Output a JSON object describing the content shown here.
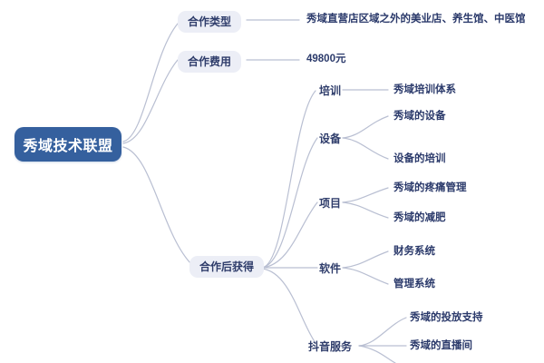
{
  "diagram": {
    "type": "mind-map",
    "title": "秀域技术联盟",
    "background_color": "#ffffff",
    "root_color": "#35609e",
    "pill_color": "#eceef6",
    "text_color": "#2b3a6b",
    "edge_color": "#b9bfd2"
  },
  "root": {
    "label": "秀域技术联盟"
  },
  "branches": {
    "cooperation_type": {
      "label": "合作类型",
      "value": "秀域直营店区域之外的美业店、养生馆、中医馆"
    },
    "cooperation_fee": {
      "label": "合作费用",
      "value": "49800元"
    },
    "after_cooperation": {
      "label": "合作后获得",
      "children": [
        {
          "label": "培训",
          "leaves": [
            "秀域培训体系"
          ]
        },
        {
          "label": "设备",
          "leaves": [
            "秀域的设备",
            "设备的培训"
          ]
        },
        {
          "label": "项目",
          "leaves": [
            "秀域的疼痛管理",
            "秀域的减肥"
          ]
        },
        {
          "label": "软件",
          "leaves": [
            "财务系统",
            "管理系统"
          ]
        },
        {
          "label": "抖音服务",
          "leaves": [
            "秀域的投放支持",
            "秀域的直播间"
          ]
        }
      ]
    }
  }
}
